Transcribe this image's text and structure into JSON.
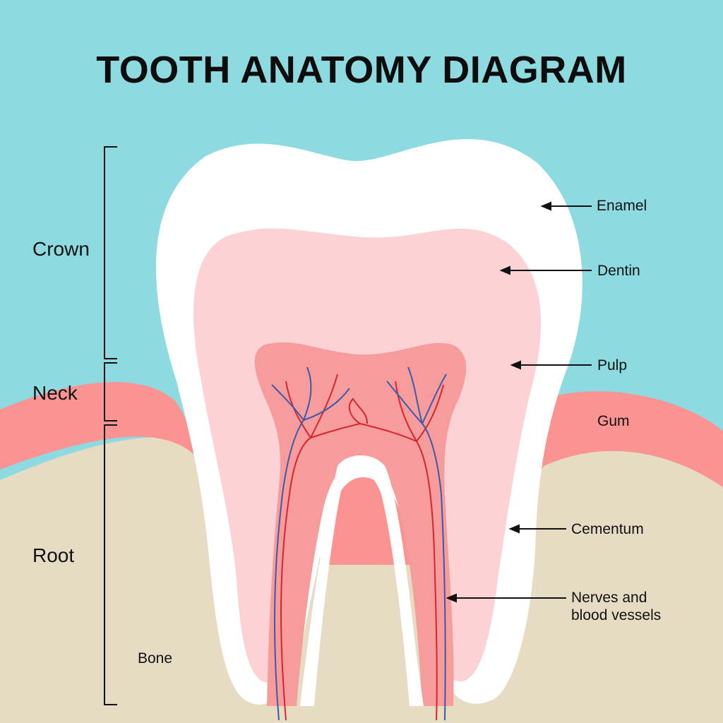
{
  "title": "TOOTH ANATOMY DIAGRAM",
  "regions": {
    "crown": "Crown",
    "neck": "Neck",
    "root": "Root"
  },
  "parts": {
    "enamel": "Enamel",
    "dentin": "Dentin",
    "pulp": "Pulp",
    "gum": "Gum",
    "cementum": "Cementum",
    "nerves_line1": "Nerves and",
    "nerves_line2": "blood vessels",
    "bone": "Bone"
  },
  "colors": {
    "background": "#8ddbe0",
    "enamel": "#ffffff",
    "dentin": "#fcd2d4",
    "pulp": "#f79c9c",
    "gum": "#fb9393",
    "bone": "#e6dcc4",
    "nerve": "#d8252b",
    "vessel": "#3d5aa8"
  }
}
